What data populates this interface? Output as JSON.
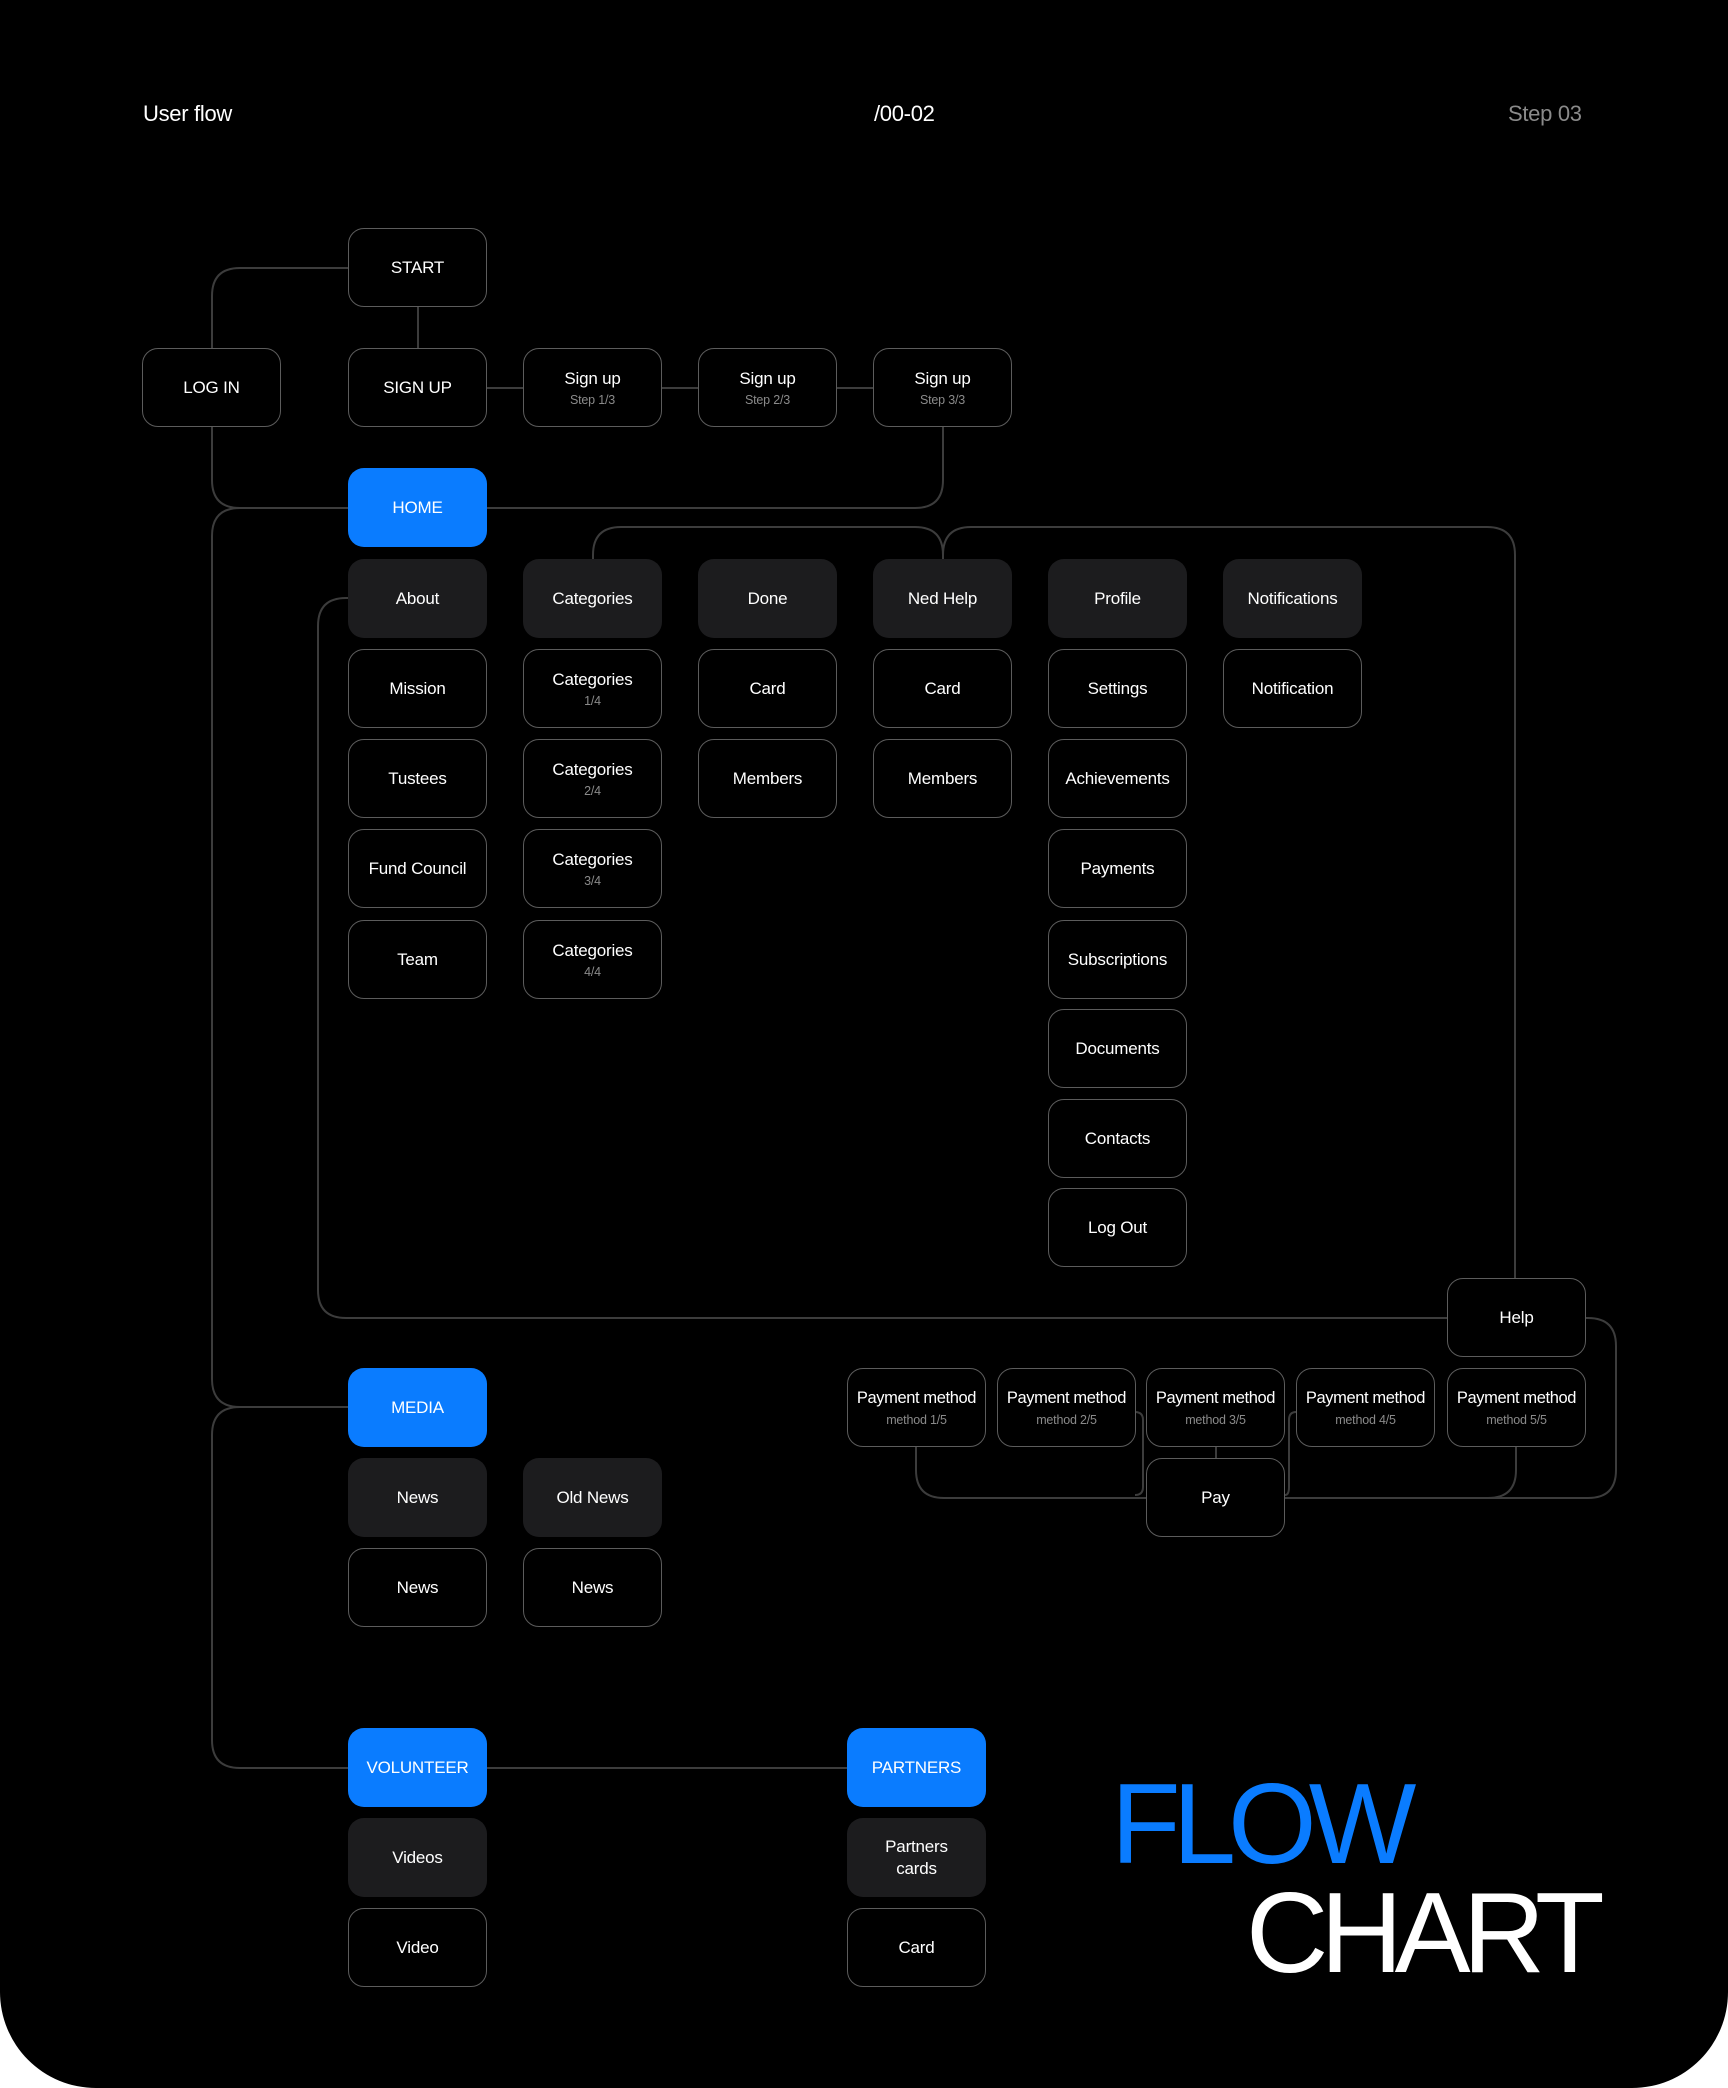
{
  "header": {
    "left": "User flow",
    "center": "/00-02",
    "right": "Step 03"
  },
  "colors": {
    "accent": "#0a7cff",
    "background": "#000000",
    "filled_node": "#1c1c1e",
    "node_border": "#5c5c5c",
    "connector": "#3c3c3c",
    "muted_text": "#8a8a8a"
  },
  "nodes": {
    "start": {
      "label": "START"
    },
    "login": {
      "label": "LOG IN"
    },
    "signup": {
      "label": "SIGN UP"
    },
    "signup1": {
      "label": "Sign up",
      "sub": "Step 1/3"
    },
    "signup2": {
      "label": "Sign up",
      "sub": "Step 2/3"
    },
    "signup3": {
      "label": "Sign up",
      "sub": "Step 3/3"
    },
    "home": {
      "label": "HOME"
    },
    "about": {
      "label": "About"
    },
    "mission": {
      "label": "Mission"
    },
    "tustees": {
      "label": "Tustees"
    },
    "fund_council": {
      "label": "Fund Council"
    },
    "team": {
      "label": "Team"
    },
    "categories": {
      "label": "Categories"
    },
    "categories1": {
      "label": "Categories",
      "sub": "1/4"
    },
    "categories2": {
      "label": "Categories",
      "sub": "2/4"
    },
    "categories3": {
      "label": "Categories",
      "sub": "3/4"
    },
    "categories4": {
      "label": "Categories",
      "sub": "4/4"
    },
    "done": {
      "label": "Done"
    },
    "done_card": {
      "label": "Card"
    },
    "done_members": {
      "label": "Members"
    },
    "ned_help": {
      "label": "Ned Help"
    },
    "help_card": {
      "label": "Card"
    },
    "help_members": {
      "label": "Members"
    },
    "profile": {
      "label": "Profile"
    },
    "settings": {
      "label": "Settings"
    },
    "achievements": {
      "label": "Achievements"
    },
    "payments": {
      "label": "Payments"
    },
    "subscriptions": {
      "label": "Subscriptions"
    },
    "documents": {
      "label": "Documents"
    },
    "contacts": {
      "label": "Contacts"
    },
    "logout": {
      "label": "Log Out"
    },
    "notifications": {
      "label": "Notifications"
    },
    "notification": {
      "label": "Notification"
    },
    "help": {
      "label": "Help"
    },
    "pm1": {
      "label": "Payment method",
      "sub": "method 1/5"
    },
    "pm2": {
      "label": "Payment method",
      "sub": "method 2/5"
    },
    "pm3": {
      "label": "Payment method",
      "sub": "method 3/5"
    },
    "pm4": {
      "label": "Payment method",
      "sub": "method 4/5"
    },
    "pm5": {
      "label": "Payment method",
      "sub": "method 5/5"
    },
    "pay": {
      "label": "Pay"
    },
    "media": {
      "label": "MEDIA"
    },
    "news_header": {
      "label": "News"
    },
    "news_item": {
      "label": "News"
    },
    "old_news_header": {
      "label": "Old News"
    },
    "old_news_item": {
      "label": "News"
    },
    "volunteer": {
      "label": "VOLUNTEER"
    },
    "videos": {
      "label": "Videos"
    },
    "video": {
      "label": "Video"
    },
    "partners": {
      "label": "PARTNERS"
    },
    "partners_cards": {
      "label": "Partners cards"
    },
    "partners_card": {
      "label": "Card"
    }
  },
  "title": {
    "line1": "FLOW",
    "line2": "CHART"
  }
}
